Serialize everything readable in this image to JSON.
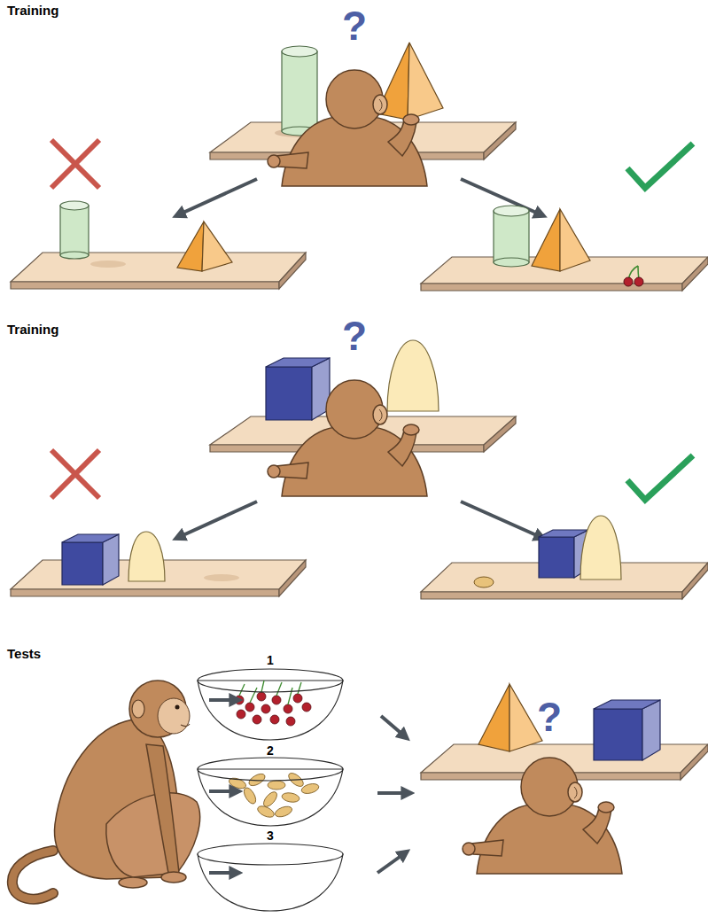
{
  "diagram": {
    "labels": [
      "Training",
      "?",
      "Training",
      "?",
      "Tests",
      "1",
      "2",
      "3",
      "?"
    ]
  }
}
